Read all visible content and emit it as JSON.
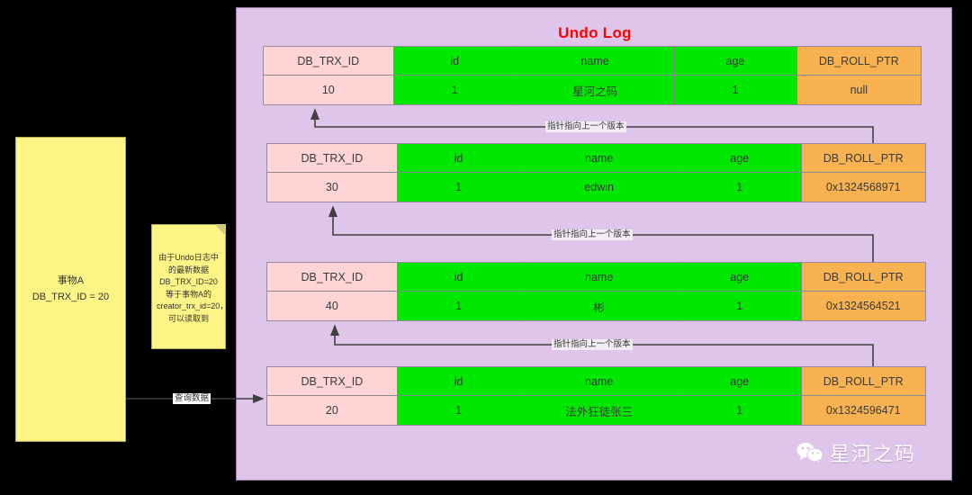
{
  "panel": {
    "title": "Undo Log"
  },
  "transaction_box": {
    "line1": "事物A",
    "line2": "DB_TRX_ID = 20"
  },
  "note": {
    "text": "由于Undo日志中的最新数据DB_TRX_ID=20等于事物A的creator_trx_id=20，可以读取到"
  },
  "edges": {
    "query": "查询数据",
    "pointer": "指针指向上一个版本"
  },
  "columns": [
    "DB_TRX_ID",
    "id",
    "name",
    "age",
    "DB_ROLL_PTR"
  ],
  "versions": [
    {
      "DB_TRX_ID": "10",
      "id": "1",
      "name": "星河之码",
      "age": "1",
      "DB_ROLL_PTR": "null"
    },
    {
      "DB_TRX_ID": "30",
      "id": "1",
      "name": "edwin",
      "age": "1",
      "DB_ROLL_PTR": "0x1324568971"
    },
    {
      "DB_TRX_ID": "40",
      "id": "1",
      "name": "彬",
      "age": "1",
      "DB_ROLL_PTR": "0x1324564521"
    },
    {
      "DB_TRX_ID": "20",
      "id": "1",
      "name": "法外狂徒张三",
      "age": "1",
      "DB_ROLL_PTR": "0x1324596471"
    }
  ],
  "watermark": {
    "text": "星河之码",
    "icon": "wechat-icon"
  },
  "colors": {
    "panel_bg": "#dfc5ea",
    "title_red": "#ff0000",
    "trx_cell": "#ffd4d4",
    "mid_cell": "#00e800",
    "ptr_cell": "#f8b24f",
    "note_yellow": "#fdf486"
  }
}
